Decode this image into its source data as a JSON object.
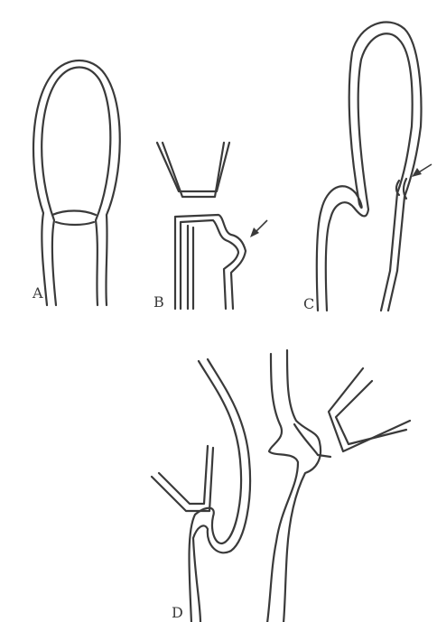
{
  "panels": [
    {
      "id": "A",
      "label": "A"
    },
    {
      "id": "B",
      "label": "B"
    },
    {
      "id": "C",
      "label": "C"
    },
    {
      "id": "D",
      "label": "D"
    }
  ],
  "colors": {
    "ink": "#3a3a3a",
    "background": "#ffffff"
  }
}
